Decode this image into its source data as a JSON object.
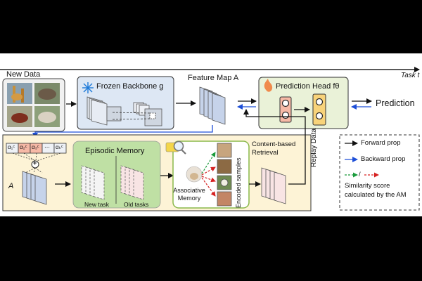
{
  "task_label": "Task t",
  "new_data": {
    "title": "New Data"
  },
  "backbone": {
    "title": "Frozen Backbone g"
  },
  "feature_map": {
    "title": "Feature Map A"
  },
  "head": {
    "title": "Prediction Head fθ"
  },
  "prediction": {
    "title": "Prediction"
  },
  "replay": {
    "label": "Replay Data"
  },
  "alphas": [
    "α₁ᶜ",
    "α₂ᶜ",
    "α₃ᶜ",
    "⋯",
    "αₖᶜ"
  ],
  "sum_symbol": "+",
  "stack_label": "A",
  "episodic": {
    "title": "Episodic Memory",
    "new_task": "New task",
    "old_tasks": "Old tasks"
  },
  "associative": {
    "title": "Associative Memory"
  },
  "encoded": {
    "label": "Encoded samples"
  },
  "retrieval": {
    "title": "Content-based Retrieval"
  },
  "legend": {
    "forward": "Forward prop",
    "backward": "Backward prop",
    "slash": "/",
    "similarity": "Similarity score calculated by the AM"
  },
  "colors": {
    "backbone_bg": "#dde7f4",
    "head_bg": "#eaf2d8",
    "bottom_bg": "#fdf3d6",
    "episodic_bg": "#bfe0a4",
    "backward_arrow": "#1e4fd8",
    "similarity_green": "#1a9b3c",
    "similarity_red": "#d62020",
    "alpha_highlight": "#f6b9a6"
  }
}
